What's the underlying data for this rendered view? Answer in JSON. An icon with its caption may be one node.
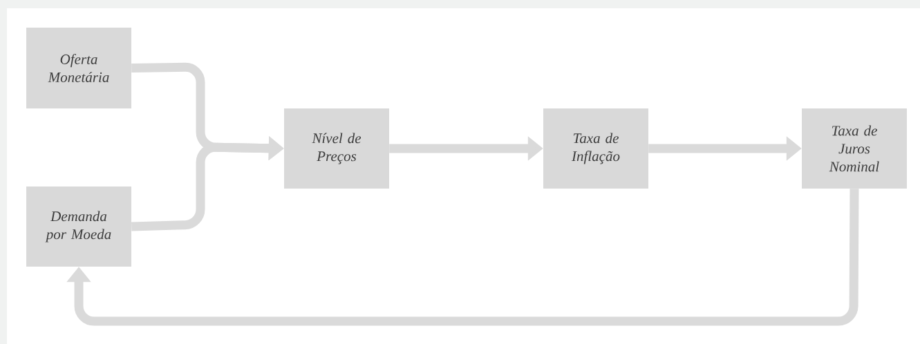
{
  "diagram": {
    "nodes": [
      {
        "text": [
          "Oferta Monetária"
        ]
      },
      {
        "text": [
          "Demanda por Moeda"
        ]
      },
      {
        "text": [
          "Nível de Preços"
        ]
      },
      {
        "text": [
          "Taxa de Inflação"
        ]
      },
      {
        "text": [
          "Taxa de Juros Nominal"
        ]
      }
    ],
    "edges": [
      {
        "from": 0,
        "to": 2,
        "arrow": "to"
      },
      {
        "from": 1,
        "to": 2,
        "arrow": "to"
      },
      {
        "from": 2,
        "to": 3,
        "arrow": "to"
      },
      {
        "from": 3,
        "to": 4,
        "arrow": "to"
      },
      {
        "from": 4,
        "to": 1,
        "arrow": "to"
      }
    ]
  }
}
